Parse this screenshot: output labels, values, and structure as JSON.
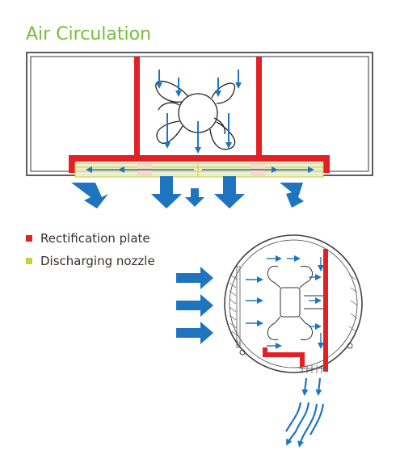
{
  "title": "Air Circulation",
  "legend": [
    {
      "label": "Rectification plate",
      "color": "#e32025"
    },
    {
      "label": "Discharging nozzle",
      "color": "#c8cf3a"
    }
  ],
  "colors": {
    "title": "#76bd3c",
    "plate": "#e32025",
    "nozzle": "#c8cf3a",
    "arrow": "#1f74c0",
    "outline": "#333333",
    "text": "#3c2f2a"
  },
  "icons": [
    "fan-icon",
    "airflow-arrow-icon"
  ]
}
